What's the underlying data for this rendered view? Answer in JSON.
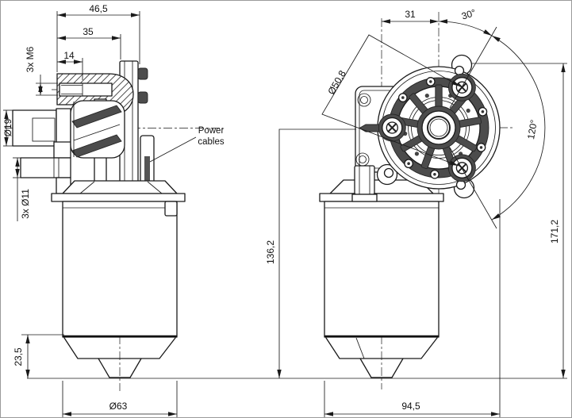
{
  "drawing": {
    "subject": "worm-gear motor technical drawing, two orthographic views (side section and front view)",
    "units_style": "millimetres, comma decimal separator"
  },
  "dims": {
    "housing_depth": "46,5",
    "boss_face": "35",
    "thread_depth": "14",
    "thread_spec": "3x M6",
    "shaft_diameter": "Ø19",
    "mount_holes": "3x Ø11",
    "cap_height": "23,5",
    "motor_diameter": "Ø63",
    "axis_offset": "31",
    "ear_angle": "30°",
    "bolt_circle": "Ø50,8",
    "bolt_spacing_angle": "120°",
    "height_axis_to_base": "136,2",
    "height_total": "171,2",
    "width_total": "94,5"
  },
  "labels": {
    "power_line1": "Power",
    "power_line2": "cables"
  },
  "colors": {
    "line": "#1a1a1a",
    "dark_fill": "#4c4c4c",
    "background": "#ffffff",
    "frame": "#9a9a9a"
  }
}
